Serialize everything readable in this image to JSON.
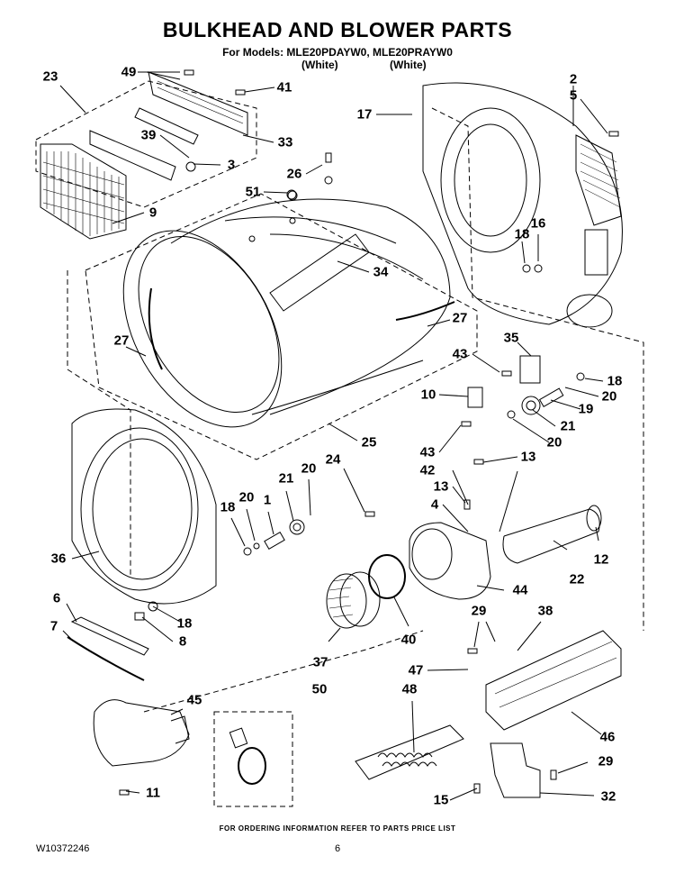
{
  "header": {
    "title": "BULKHEAD AND BLOWER PARTS",
    "models": "For Models: MLE20PDAYW0, MLE20PRAYW0",
    "color_left": "(White)",
    "color_right": "(White)"
  },
  "callouts": [
    "23",
    "49",
    "41",
    "39",
    "33",
    "3",
    "9",
    "26",
    "51",
    "34",
    "27",
    "27",
    "25",
    "17",
    "2",
    "5",
    "18",
    "16",
    "35",
    "43",
    "10",
    "18",
    "20",
    "19",
    "21",
    "20",
    "43",
    "13",
    "42",
    "13",
    "4",
    "12",
    "22",
    "24",
    "21",
    "20",
    "1",
    "20",
    "18",
    "36",
    "18",
    "8",
    "44",
    "40",
    "37",
    "29",
    "38",
    "47",
    "6",
    "7",
    "45",
    "50",
    "48",
    "46",
    "29",
    "15",
    "32",
    "11"
  ],
  "footer": {
    "ordering_note": "FOR ORDERING INFORMATION REFER TO PARTS PRICE LIST",
    "doc_number": "W10372246",
    "page_number": "6"
  }
}
